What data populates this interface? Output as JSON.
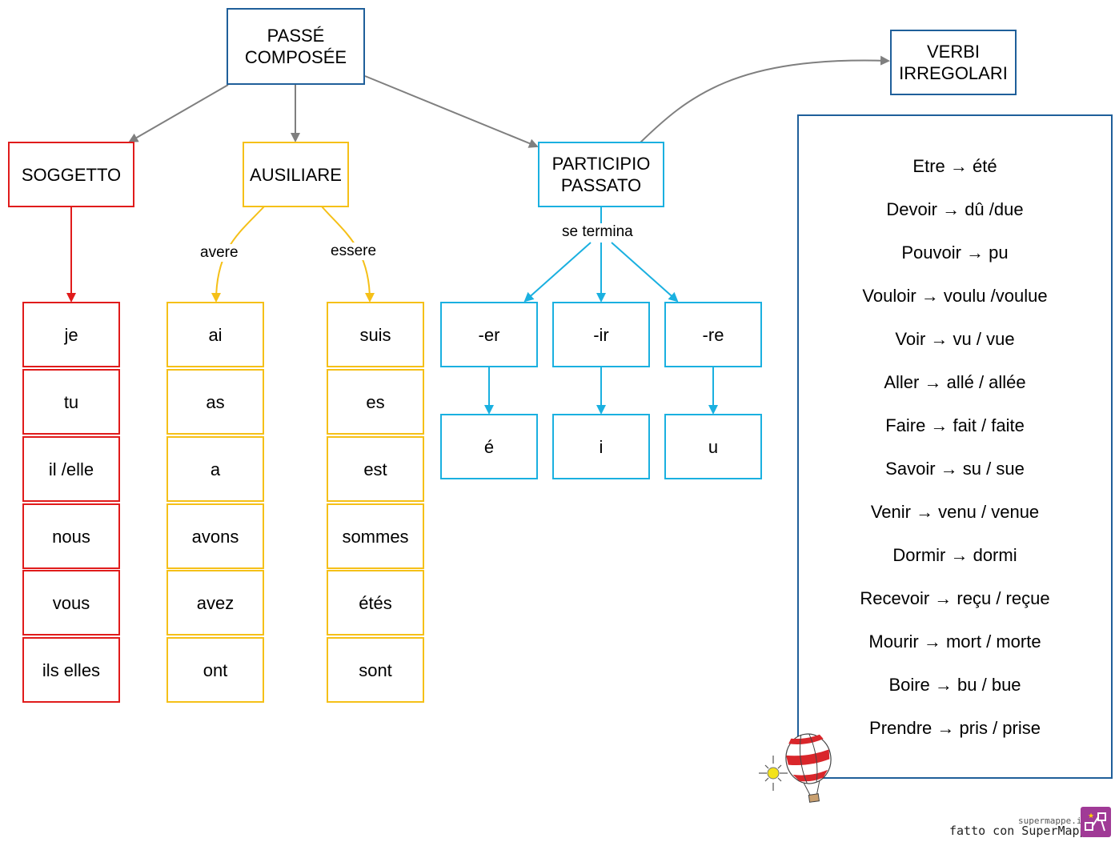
{
  "root": "PASSÉ\nCOMPOSÉE",
  "soggetto": {
    "title": "SOGGETTO",
    "items": [
      "je",
      "tu",
      "il /elle",
      "nous",
      "vous",
      "ils elles"
    ]
  },
  "ausiliare": {
    "title": "AUSILIARE",
    "avere_label": "avere",
    "essere_label": "essere",
    "avere": [
      "ai",
      "as",
      "a",
      "avons",
      "avez",
      "ont"
    ],
    "essere": [
      "suis",
      "es",
      "est",
      "sommes",
      "étés",
      "sont"
    ]
  },
  "participio": {
    "title": "PARTICIPIO\nPASSATO",
    "edge_label": "se termina",
    "endings": [
      "-er",
      "-ir",
      "-re"
    ],
    "results": [
      "é",
      "i",
      "u"
    ]
  },
  "irregolari": {
    "title": "VERBI\nIRREGOLARI",
    "items": [
      "Etre → été",
      "Devoir → dû /due",
      "Pouvoir → pu",
      "Vouloir → voulu /voulue",
      "Voir → vu / vue",
      "Aller → allé / allée",
      "Faire → fait / faite",
      "Savoir → su / sue",
      "Venir → venu / venue",
      "Dormir → dormi",
      "Recevoir → reçu / reçue",
      "Mourir → mort / morte",
      "Boire → bu / bue",
      "Prendre → pris / prise"
    ]
  },
  "footer": {
    "site": "supermappe.it",
    "made_with": "fatto con SuperMappe"
  },
  "colors": {
    "root": "#1f5f9a",
    "soggetto": "#e01b1b",
    "ausiliare": "#f5c018",
    "participio": "#1ab0e0",
    "connector": "#7f7f7f"
  }
}
